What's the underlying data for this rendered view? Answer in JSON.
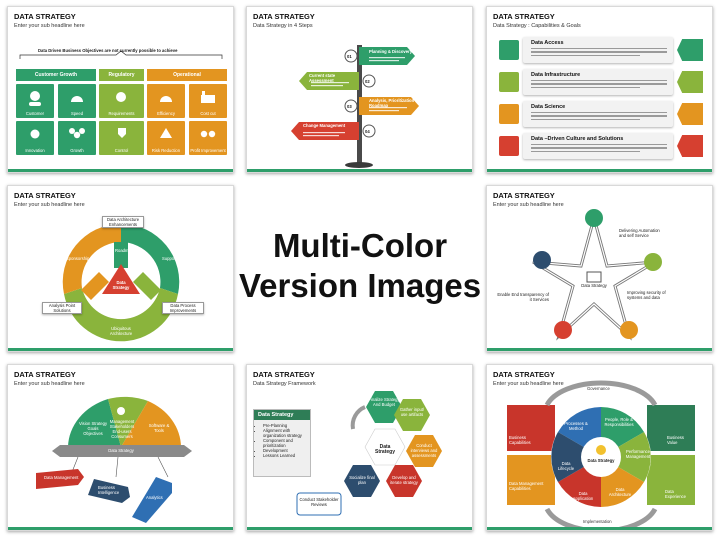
{
  "common": {
    "title": "DATA STRATEGY",
    "subheadline": "Enter your sub headline here"
  },
  "center_text": {
    "line1": "Multi-Color",
    "line2": "Version Images"
  },
  "slides": {
    "s1": {
      "banner": "Data Driven Business Objectives are not currently possible to achieve",
      "columns": [
        {
          "label": "Customer Growth",
          "color": "#2e9e6a",
          "tiles": [
            "Customer",
            "Speed",
            "Innovation",
            "Growth"
          ]
        },
        {
          "label": "Regulatory",
          "color": "#8ab43c",
          "tiles": [
            "Requirements",
            "Control"
          ]
        },
        {
          "label": "Operational",
          "color": "#e39520",
          "tiles": [
            "Efficiency",
            "Cost cut",
            "Risk Reduction",
            "Profit Improvement"
          ]
        }
      ]
    },
    "s2": {
      "subtitle": "Data Strategy in 4 Steps",
      "steps": [
        {
          "num": "01",
          "label": "Planning & Discovery"
        },
        {
          "num": "02",
          "label": "Current state Assessment"
        },
        {
          "num": "03",
          "label": "Analysis, Prioritization Roadmap"
        },
        {
          "num": "04",
          "label": "Change Management"
        }
      ]
    },
    "s3": {
      "subtitle": "Data Strategy : Capabilities & Goals",
      "rows": [
        {
          "title": "Data Access",
          "color": "#2e9e6a"
        },
        {
          "title": "Data Infrastructure",
          "color": "#8ab43c"
        },
        {
          "title": "Data Science",
          "color": "#e39520"
        },
        {
          "title": "Data –Driven Culture and Solutions",
          "color": "#d64030"
        }
      ]
    },
    "s4": {
      "center": "Data Strategy",
      "boxes": [
        "Data Architecture Enhancements",
        "Analysis Point Solutions",
        "Data Process Improvements"
      ],
      "arc_labels": [
        "Sponsorship",
        "Support",
        "Roadmap",
        "Ubiquitous Architecture"
      ]
    },
    "s5": {
      "center": "Data Strategy",
      "labels": [
        "Delivering Automation and self Service",
        "Improving security of systems and data",
        "Enable End transparency of it Services"
      ]
    },
    "s6": {
      "bar_label": "Data Strategy",
      "dome_labels": [
        "Vision Strategy Goals Objectives",
        "Management Stakeholders End-users Consumers",
        "Software & Tools"
      ],
      "tags": [
        "Data Management",
        "Business Intelligence",
        "Analytics"
      ]
    },
    "s7": {
      "subtitle": "Data Strategy Framework",
      "panel_title": "Data Strategy",
      "bullets": [
        "Pre-Planning",
        "Alignment with organization strategy",
        "Component and prioritization",
        "Development",
        "Lessons Learned"
      ],
      "center": "Data Strategy",
      "hexes": [
        "Finalize Strategy And Budget",
        "Gather input/ use artifacts",
        "Conduct interviews and assessments",
        "Develop and iterate strategy",
        "Socialize final plan"
      ],
      "review": "Conduct Stakeholder Reviews"
    },
    "s8": {
      "center": "Data Strategy",
      "top_label": "Governance",
      "bottom_label": "Implementation",
      "inner": [
        "Processes & Method",
        "People, Role & Responsibilities",
        "Performance Management",
        "Data Architecture",
        "Data Application",
        "Data Lifecycle"
      ],
      "outer": [
        "Business Capabilities",
        "Business Value",
        "Data Management Capabilities",
        "Data Experience"
      ]
    }
  }
}
